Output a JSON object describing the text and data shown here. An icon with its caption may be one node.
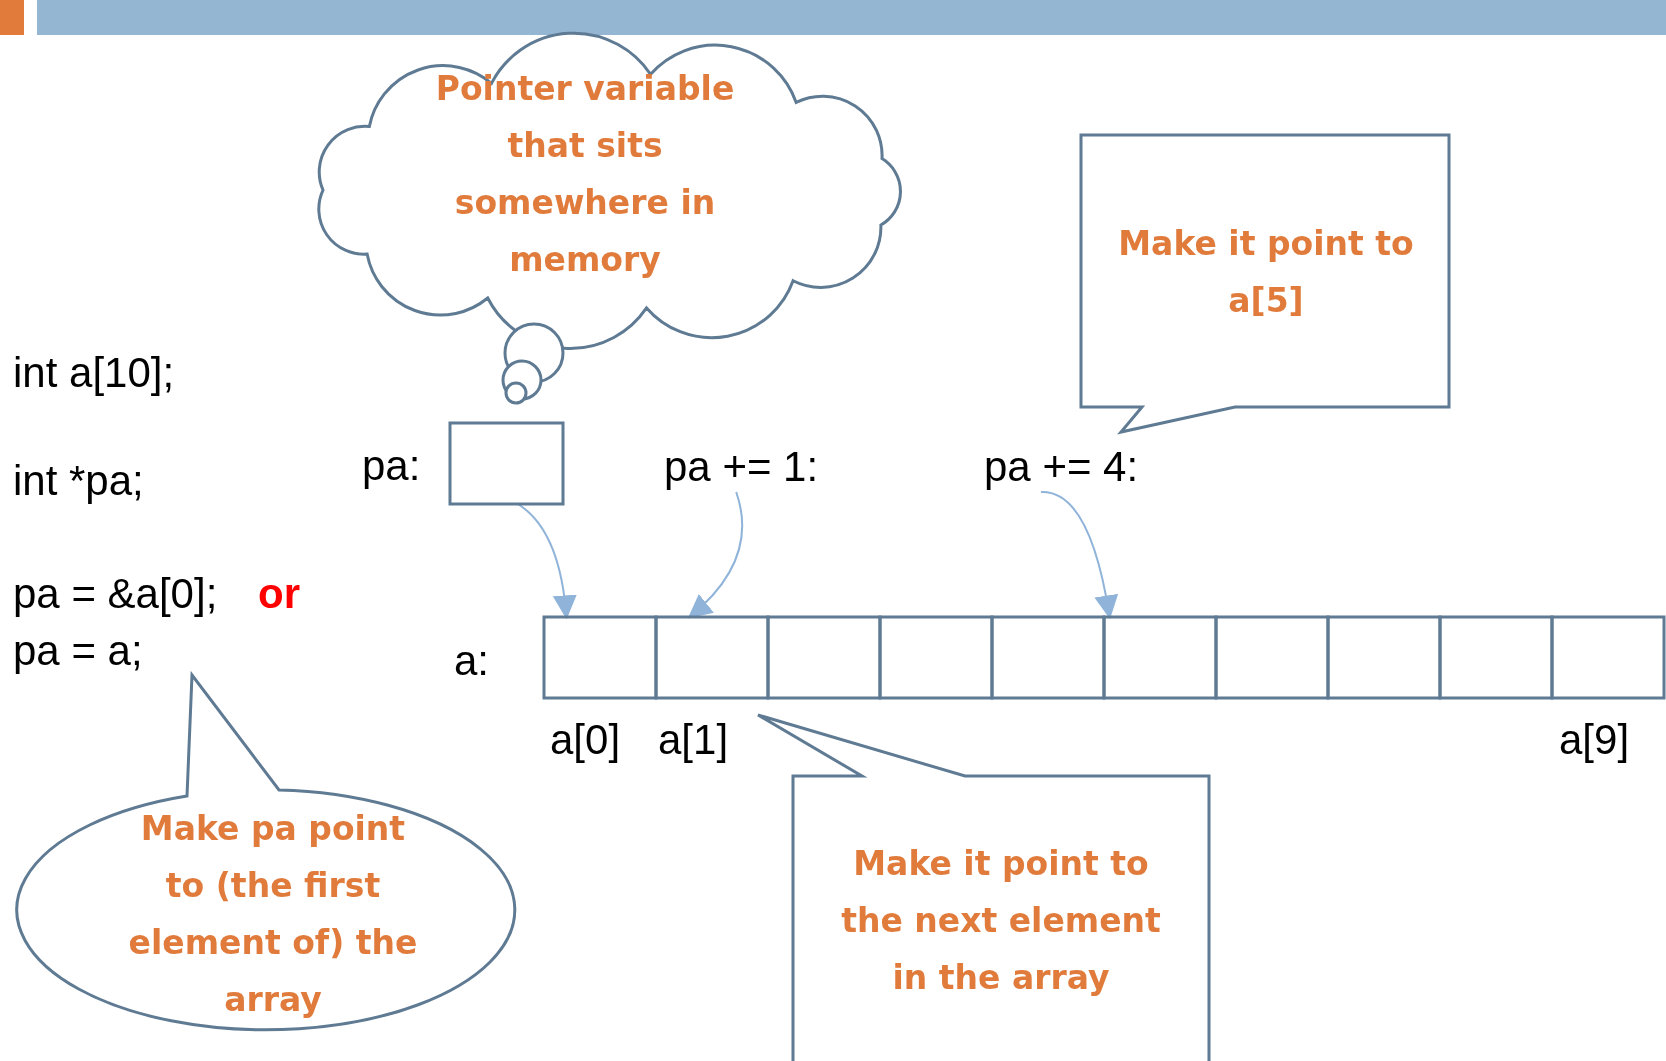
{
  "diagram": {
    "nodes": [
      {
        "text": [
          "Pointer variable that sits somewhere in memory"
        ]
      },
      {
        "text": [],
        "shape": "box",
        "beside": [
          "pa:"
        ]
      },
      {
        "text": [
          "pa += 1:"
        ]
      },
      {
        "text": [
          "pa += 4:"
        ]
      },
      {
        "text": [],
        "shape": "box",
        "beside": [
          "a[0]"
        ]
      },
      {
        "text": [],
        "shape": "box",
        "beside": [
          "a[1]"
        ]
      },
      {
        "text": [],
        "shape": "box"
      },
      {
        "text": [],
        "shape": "box"
      },
      {
        "text": [],
        "shape": "box"
      },
      {
        "text": [],
        "shape": "box"
      },
      {
        "text": [],
        "shape": "box"
      },
      {
        "text": [],
        "shape": "box"
      },
      {
        "text": [],
        "shape": "box"
      },
      {
        "text": [],
        "shape": "box",
        "beside": [
          "a[9]"
        ]
      },
      {
        "text": [
          "Make it point to a[5]"
        ]
      },
      {
        "text": [
          "Make it point to the next element in the array"
        ]
      },
      {
        "text": [
          "Make pa point to (the first element of) the array"
        ]
      }
    ],
    "edges": [
      {
        "from": 1,
        "to": 4,
        "arrow": "to"
      },
      {
        "from": 2,
        "to": 5,
        "arrow": "to"
      },
      {
        "from": 3,
        "to": 9,
        "arrow": "to"
      }
    ],
    "labels": [
      "int a[10];",
      "int *pa;",
      "pa = &a[0];",
      "or",
      "pa = a;",
      "a:"
    ]
  }
}
